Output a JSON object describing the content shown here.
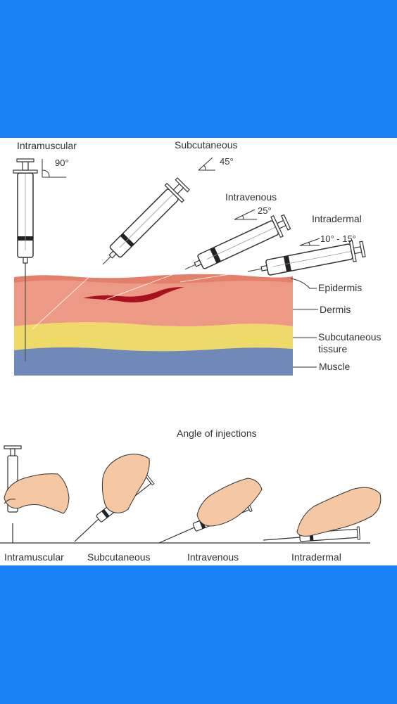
{
  "colors": {
    "background": "#1a82f7",
    "panel": "#ffffff",
    "epidermis": "#e58a74",
    "dermis": "#ec9a86",
    "subcutaneous": "#efd968",
    "muscle": "#6f8ab8",
    "vessel": "#a8121e",
    "hand": "#f6c7a3"
  },
  "diagram": {
    "injection_types": [
      {
        "name": "Intramuscular",
        "angle": "90°",
        "angle_deg": 90
      },
      {
        "name": "Subcutaneous",
        "angle": "45°",
        "angle_deg": 45
      },
      {
        "name": "Intravenous",
        "angle": "25°",
        "angle_deg": 25
      },
      {
        "name": "Intradermal",
        "angle": "10° - 15°",
        "angle_deg": 12
      }
    ],
    "layers": [
      {
        "name": "Epidermis"
      },
      {
        "name": "Dermis"
      },
      {
        "name": "Subcutaneous tissure"
      },
      {
        "name": "Muscle"
      }
    ],
    "layer_labels": {
      "epidermis": "Epidermis",
      "dermis": "Dermis",
      "subcutaneous_line1": "Subcutaneous",
      "subcutaneous_line2": "tissure",
      "muscle": "Muscle"
    }
  },
  "angles_section": {
    "title": "Angle of injections",
    "items": [
      "Intramuscular",
      "Subcutaneous",
      "Intravenous",
      "Intradermal"
    ]
  }
}
